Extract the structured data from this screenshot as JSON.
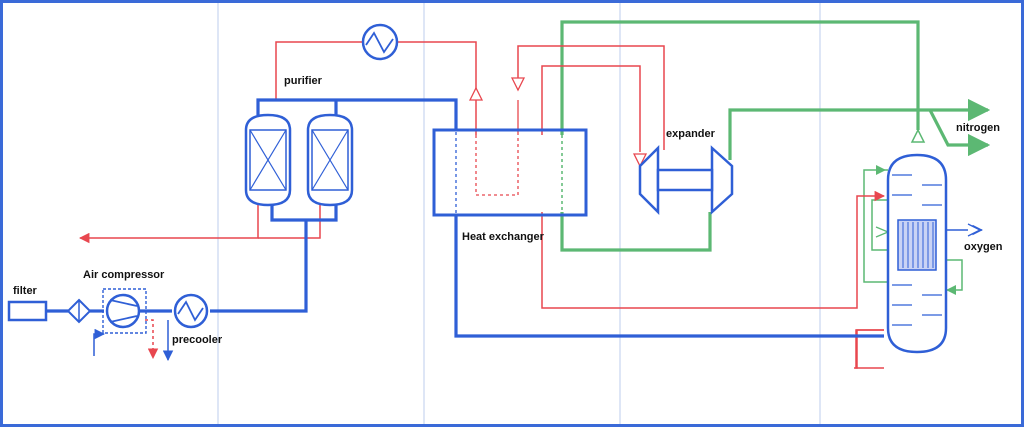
{
  "colors": {
    "blue": "#2f5fd6",
    "red": "#e8474f",
    "green": "#5cb873",
    "grid": "#c9d6ef",
    "frame": "#3a6ad8",
    "panel_fill": "#c9d3f5"
  },
  "labels": {
    "filter": "filter",
    "air_compressor": "Air compressor",
    "precooler": "precooler",
    "purifier": "purifier",
    "heat_exchanger": "Heat exchanger",
    "expander": "expander",
    "nitrogen": "nitrogen",
    "oxygen": "oxygen"
  }
}
